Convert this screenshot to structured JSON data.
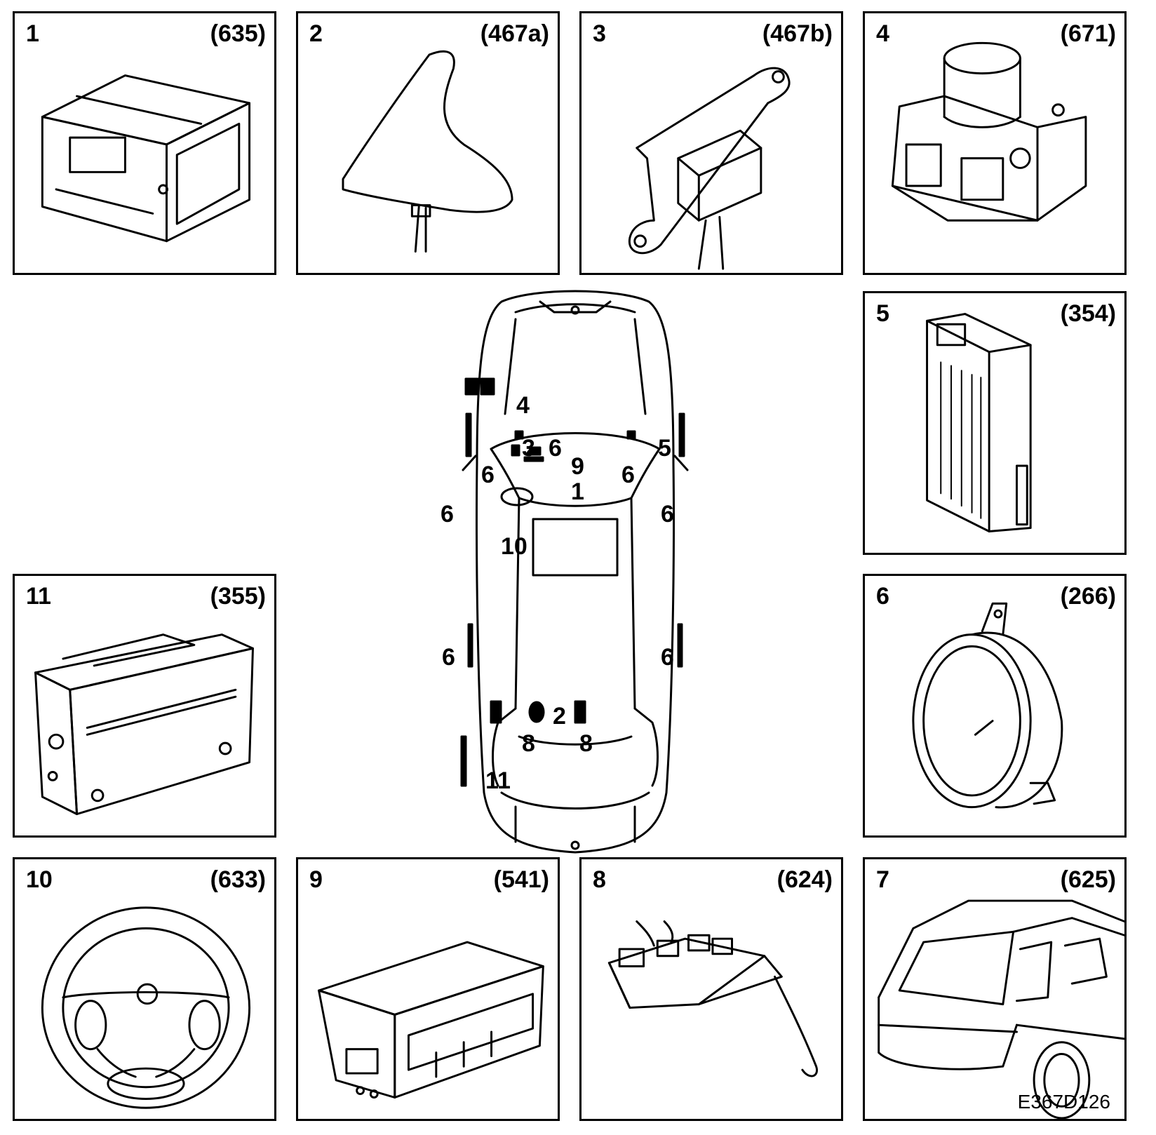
{
  "panels": [
    {
      "number": "1",
      "code": "(635)"
    },
    {
      "number": "2",
      "code": "(467a)"
    },
    {
      "number": "3",
      "code": "(467b)"
    },
    {
      "number": "4",
      "code": "(671)"
    },
    {
      "number": "5",
      "code": "(354)"
    },
    {
      "number": "6",
      "code": "(266)"
    },
    {
      "number": "7",
      "code": "(625)"
    },
    {
      "number": "8",
      "code": "(624)"
    },
    {
      "number": "9",
      "code": "(541)"
    },
    {
      "number": "10",
      "code": "(633)"
    },
    {
      "number": "11",
      "code": "(355)"
    }
  ],
  "car_labels": {
    "l4": "4",
    "l3": "3",
    "l6_center": "6",
    "l5": "5",
    "l9": "9",
    "l1": "1",
    "l6_front_left": "6",
    "l6_front_right": "6",
    "l6_mirror_left": "6",
    "l6_mirror_right": "6",
    "l10": "10",
    "l6_rear_left": "6",
    "l6_rear_right": "6",
    "l2": "2",
    "l8_left": "8",
    "l8_right": "8",
    "l11": "11"
  },
  "reference_code": "E367D126"
}
